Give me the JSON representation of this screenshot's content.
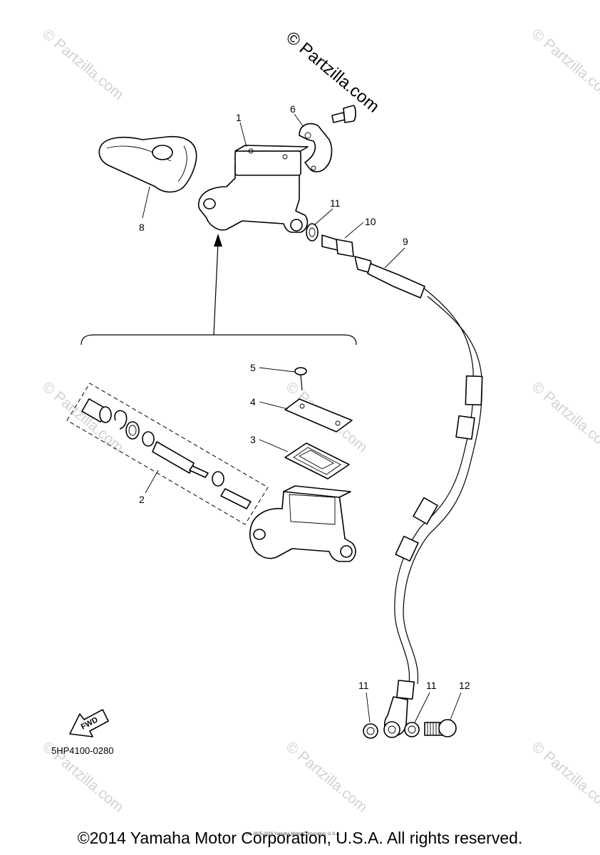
{
  "watermark": {
    "main": "© Partzilla.com",
    "tile": "© Partzilla.com"
  },
  "callouts": {
    "p1": "1",
    "p2": "2",
    "p3": "3",
    "p4": "4",
    "p5": "5",
    "p6": "6",
    "p8": "8",
    "p9": "9",
    "p10": "10",
    "p11a": "11",
    "p11b": "11",
    "p11c": "11",
    "p12": "12"
  },
  "fwd_label": "FWD",
  "diagram_code": "5HP4100-0280",
  "small_print": "(c) 2005-2016 Yamaha Motor Corporation, U.S.A.",
  "copyright": "©2014 Yamaha Motor Corporation, U.S.A. All rights reserved."
}
